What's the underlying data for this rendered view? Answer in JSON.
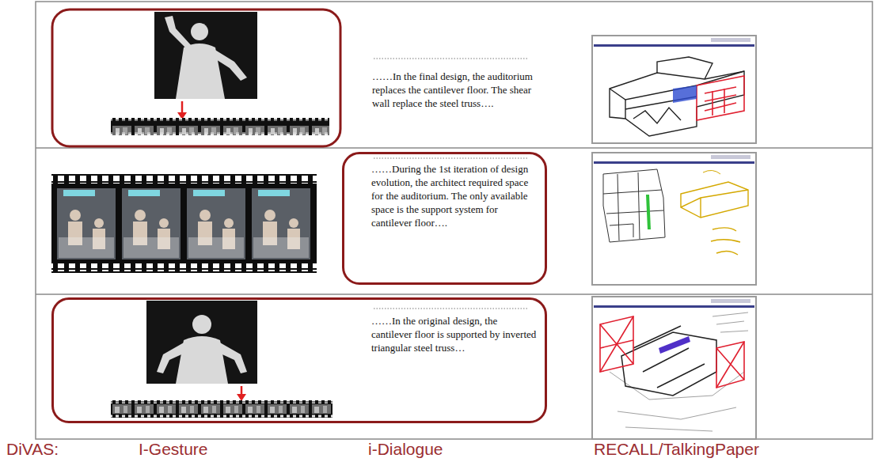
{
  "diagram": {
    "nodes": [
      {
        "text": [
          "……During the 1st iteration of design evolution, the architect required space for the auditorium. The only available space is the support system for cantilever floor…."
        ]
      },
      {
        "text": [
          "……In the original design, the cantilever floor is supported by inverted triangular steel truss…"
        ]
      }
    ],
    "labels": [
      "……In the final design, the auditorium replaces the cantilever floor. The shear wall replace the steel truss….",
      "DiVAS:",
      "I-Gesture",
      "i-Dialogue",
      "RECALL/TalkingPaper"
    ]
  }
}
